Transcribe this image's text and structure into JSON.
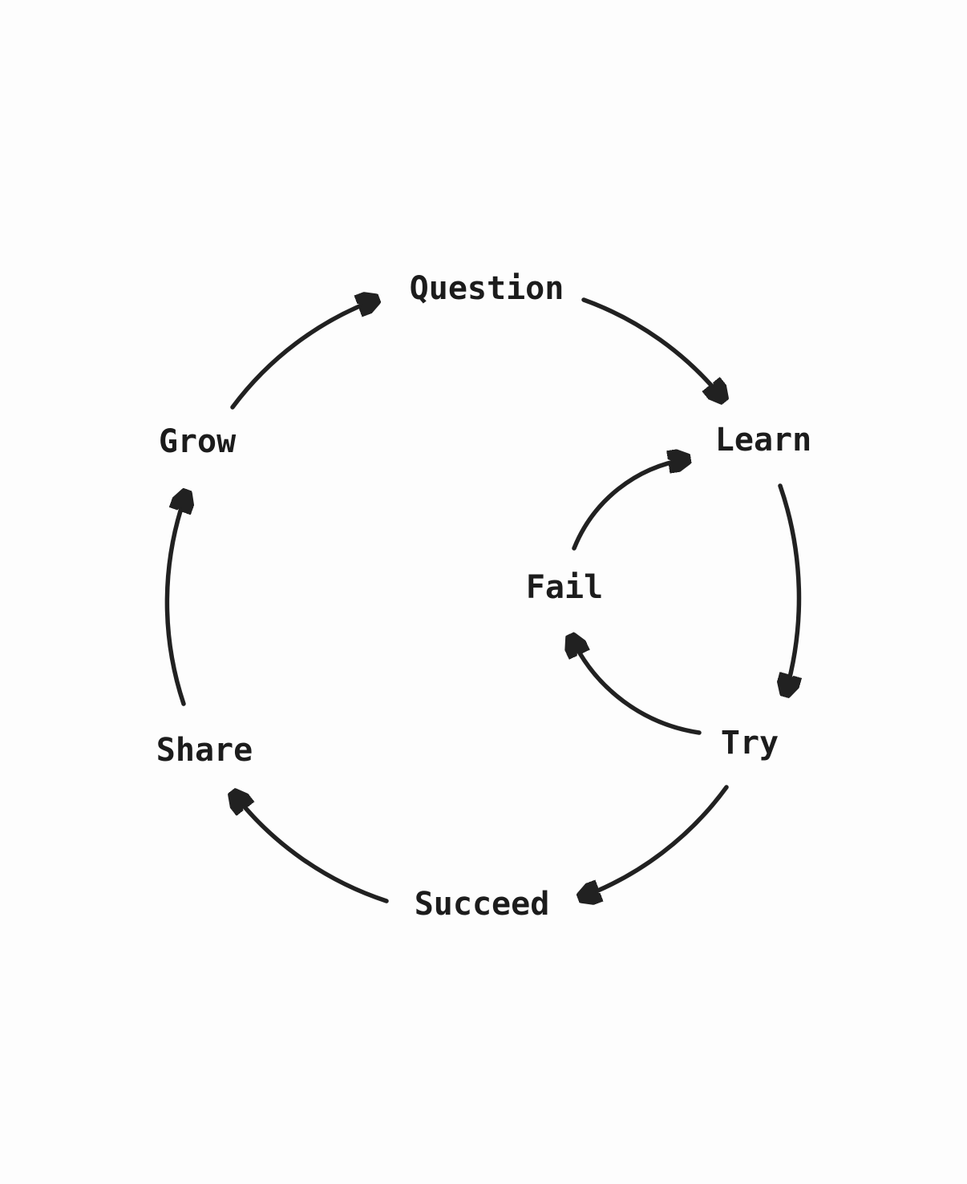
{
  "diagram": {
    "type": "cycle-diagram",
    "nodes": {
      "question": {
        "label": "Question"
      },
      "learn": {
        "label": "Learn"
      },
      "try": {
        "label": "Try"
      },
      "fail": {
        "label": "Fail"
      },
      "succeed": {
        "label": "Succeed"
      },
      "share": {
        "label": "Share"
      },
      "grow": {
        "label": "Grow"
      }
    },
    "edges": [
      {
        "from": "Grow",
        "to": "Question"
      },
      {
        "from": "Question",
        "to": "Learn"
      },
      {
        "from": "Learn",
        "to": "Try"
      },
      {
        "from": "Try",
        "to": "Fail"
      },
      {
        "from": "Fail",
        "to": "Learn"
      },
      {
        "from": "Try",
        "to": "Succeed"
      },
      {
        "from": "Succeed",
        "to": "Share"
      },
      {
        "from": "Share",
        "to": "Grow"
      }
    ],
    "colors": {
      "ink": "#212121",
      "text": "#1c1c1c",
      "background": "#fdfdfd"
    }
  }
}
